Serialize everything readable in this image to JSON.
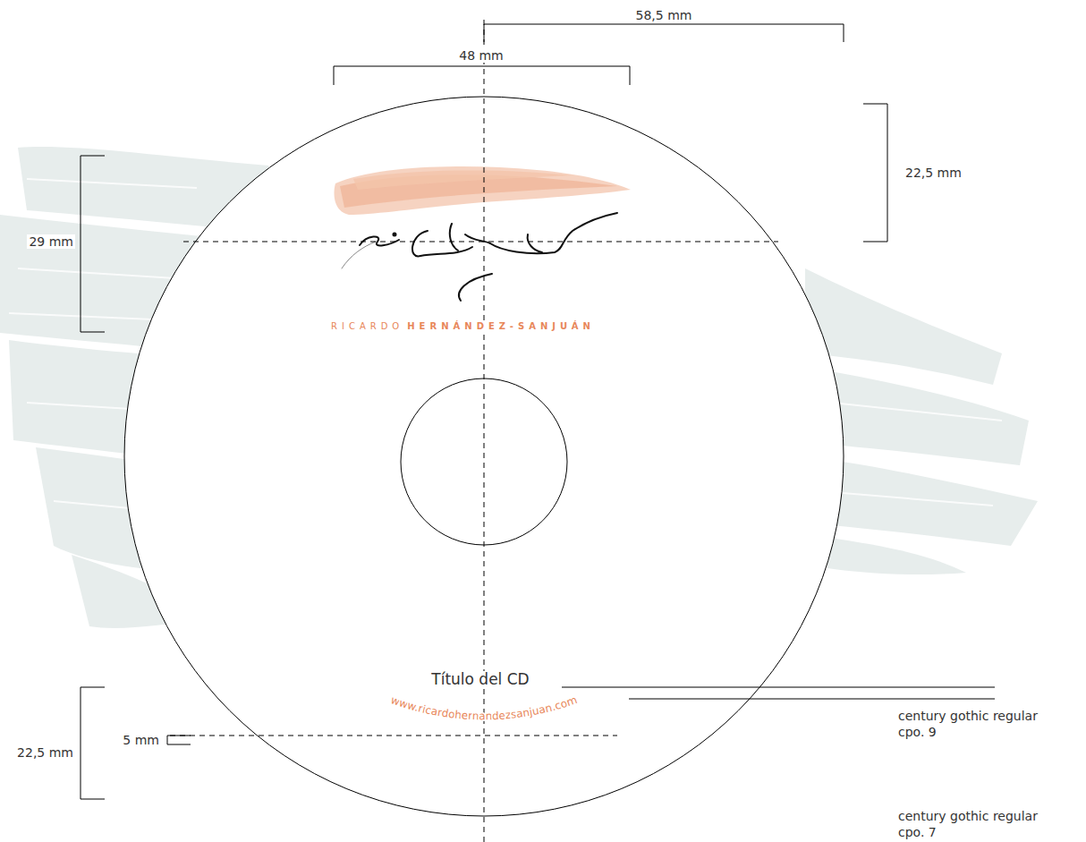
{
  "diagram": {
    "labels": [
      "58,5 mm",
      "48 mm",
      "22,5 mm",
      "29 mm",
      "RICARDO",
      "HERNÁNDEZ-SANJUÁN",
      "Título del CD",
      "century gothic regular",
      "cpo. 9",
      "www.ricardohernandezsanjuan.com",
      "century gothic regular",
      "cpo. 7",
      "22,5 mm",
      "5 mm"
    ]
  }
}
